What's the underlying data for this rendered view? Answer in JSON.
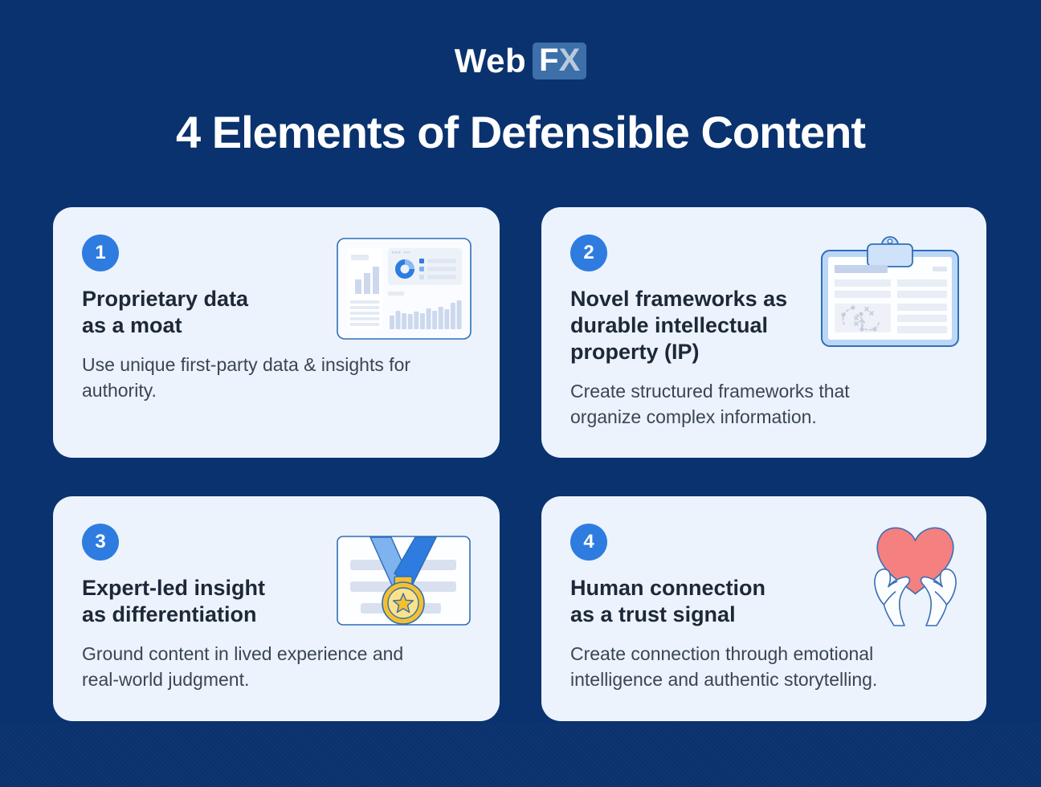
{
  "header": {
    "logo_web": "Web",
    "logo_f": "F",
    "logo_x": "X",
    "title": "4 Elements of Defensible Content"
  },
  "palette": {
    "background_navy": "#0a326e",
    "card_background": "#ecf3fc",
    "badge_blue": "#2e7ce0",
    "title_text": "#1d2838",
    "body_text": "#3a4654",
    "logo_box_blue": "#3d6fa9",
    "logo_x_blue": "#b9c9de",
    "illustration_outline_blue": "#2f6fb8",
    "heart_coral": "#f4807f",
    "medal_gold": "#f5c02e",
    "ribbon_light_blue": "#7fb3ef",
    "ribbon_dark_blue": "#2e7ce0"
  },
  "cards": [
    {
      "number": "1",
      "title": "Proprietary data\nas a moat",
      "description": "Use unique first-party data & insights for\nauthority.",
      "illustration": "analytics-dashboard"
    },
    {
      "number": "2",
      "title": "Novel frameworks as\ndurable intellectual\nproperty (IP)",
      "description": "Create structured frameworks that\norganize complex information.",
      "illustration": "clipboard-framework"
    },
    {
      "number": "3",
      "title": "Expert-led insight\nas differentiation",
      "description": "Ground content in lived experience and\nreal-world judgment.",
      "illustration": "medal-certificate"
    },
    {
      "number": "4",
      "title": "Human connection\nas a trust signal",
      "description": "Create connection through emotional\nintelligence and authentic storytelling.",
      "illustration": "hands-holding-heart"
    }
  ]
}
